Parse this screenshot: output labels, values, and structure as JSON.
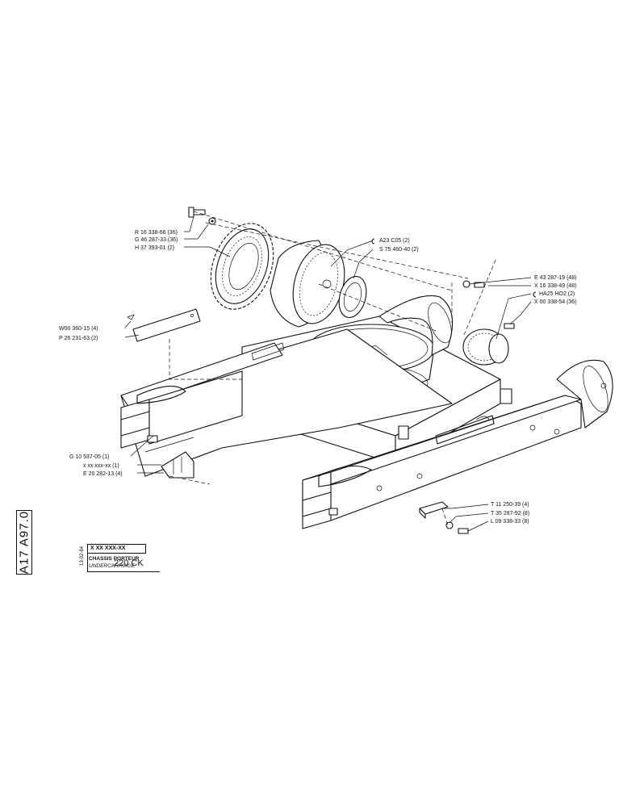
{
  "labels": {
    "l1": "R 16 338-66 (36)",
    "l2": "G 46 287-33 (36)",
    "l3": "H 37 393-01 (2)",
    "l4": "A23 C05  (2)",
    "l5": "S 75 460-40 (2)",
    "l6": "E 43 287-19 (48)",
    "l7": "X 16 338-49 (48)",
    "l8": "HA25 HO2 (2)",
    "l9": "X 00 338-54 (36)",
    "l10": "W00 360-15 (4)",
    "l11": "P 26 231-63 (2)",
    "l12": "G 10 537-05 (1)",
    "l13": "x xx xxx-xx (1)",
    "l14": "E 20 282-13 (4)",
    "l15": "T 11 250-39 (4)",
    "l16": "T 35 287-92 (8)",
    "l17": "L 09 338-33 (8)"
  },
  "title_block": {
    "doc_code": "A17 A97.0",
    "date": "13-02-84",
    "ref": "X XX XXX-XX",
    "title_fr": "CHASSIS PORTEUR",
    "title_en": "UNDERCARRIAGE",
    "model": "220 CK"
  }
}
